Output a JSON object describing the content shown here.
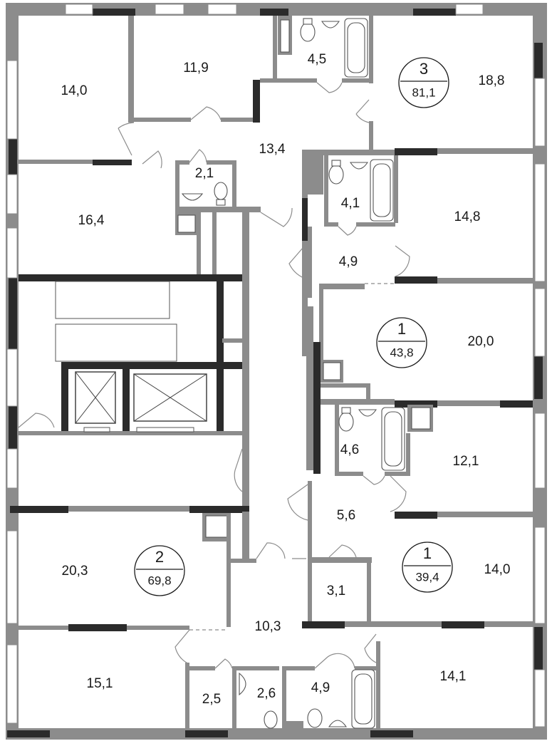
{
  "rooms": [
    {
      "id": "r-14-0-nw",
      "area": "14,0"
    },
    {
      "id": "r-11-9",
      "area": "11,9"
    },
    {
      "id": "r-4-5",
      "area": "4,5"
    },
    {
      "id": "r-18-8",
      "area": "18,8"
    },
    {
      "id": "r-13-4",
      "area": "13,4"
    },
    {
      "id": "r-2-1",
      "area": "2,1"
    },
    {
      "id": "r-16-4",
      "area": "16,4"
    },
    {
      "id": "r-4-1",
      "area": "4,1"
    },
    {
      "id": "r-14-8",
      "area": "14,8"
    },
    {
      "id": "r-4-9-mid",
      "area": "4,9"
    },
    {
      "id": "r-20-0",
      "area": "20,0"
    },
    {
      "id": "r-4-6",
      "area": "4,6"
    },
    {
      "id": "r-12-1",
      "area": "12,1"
    },
    {
      "id": "r-5-6",
      "area": "5,6"
    },
    {
      "id": "r-20-3",
      "area": "20,3"
    },
    {
      "id": "r-3-1",
      "area": "3,1"
    },
    {
      "id": "r-14-0-e",
      "area": "14,0"
    },
    {
      "id": "r-10-3",
      "area": "10,3"
    },
    {
      "id": "r-15-1",
      "area": "15,1"
    },
    {
      "id": "r-2-5",
      "area": "2,5"
    },
    {
      "id": "r-2-6",
      "area": "2,6"
    },
    {
      "id": "r-4-9-bot",
      "area": "4,9"
    },
    {
      "id": "r-14-1",
      "area": "14,1"
    }
  ],
  "apartments": [
    {
      "rooms": "3",
      "total": "81,1"
    },
    {
      "rooms": "1",
      "total": "43,8"
    },
    {
      "rooms": "2",
      "total": "69,8"
    },
    {
      "rooms": "1",
      "total": "39,4"
    }
  ],
  "colors": {
    "wall": "#8c8c8c",
    "wall_dark": "#2b2b2b",
    "text": "#1a1a1a"
  }
}
